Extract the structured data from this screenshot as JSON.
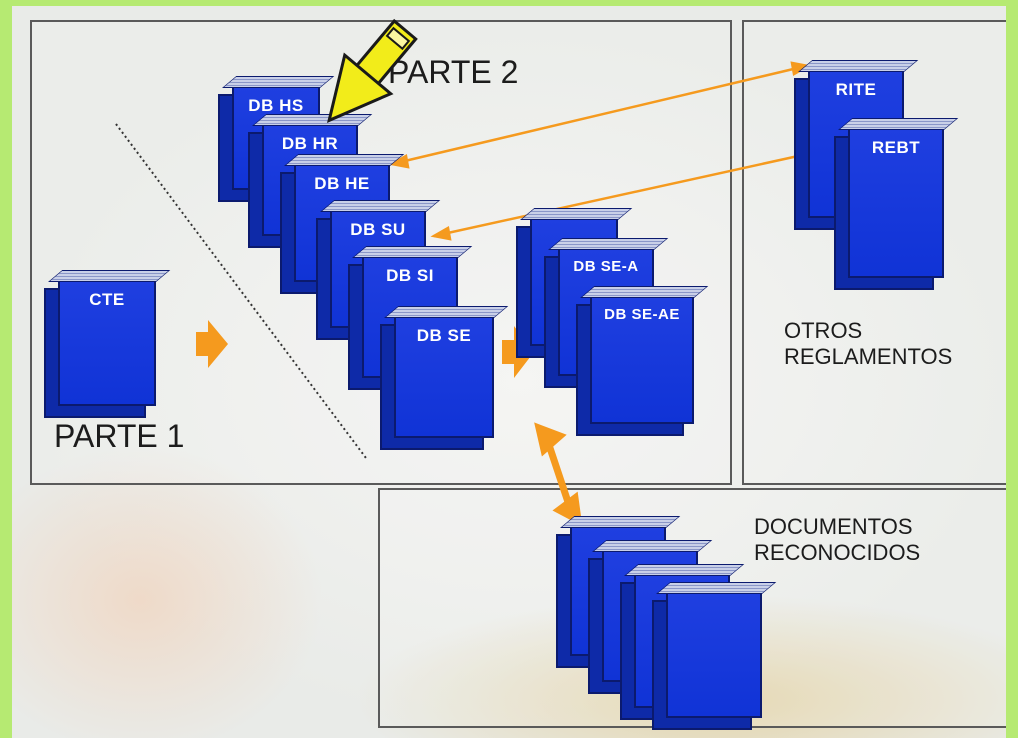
{
  "labels": {
    "parte2": "PARTE  2",
    "parte1": "PARTE 1",
    "otros": "OTROS\nREGLAMENTOS",
    "documentos": "DOCUMENTOS\nRECONOCIDOS"
  },
  "books": {
    "cte": "CTE",
    "db_hs": "DB HS",
    "db_hr": "DB  HR",
    "db_he": "DB  HE",
    "db_su": "DB  SU",
    "db_si": "DB  SI",
    "db_se": "DB  SE",
    "db_se_a": "DB  SE-A",
    "db_se_ae": "DB  SE-AE",
    "rite": "RITE",
    "rebt": "REBT"
  },
  "colors": {
    "book_blue": "#1033d6",
    "arrow_orange": "#f59a1e",
    "highlight_arrow": "#f2ec1a",
    "frame_green": "#b6ea72"
  }
}
